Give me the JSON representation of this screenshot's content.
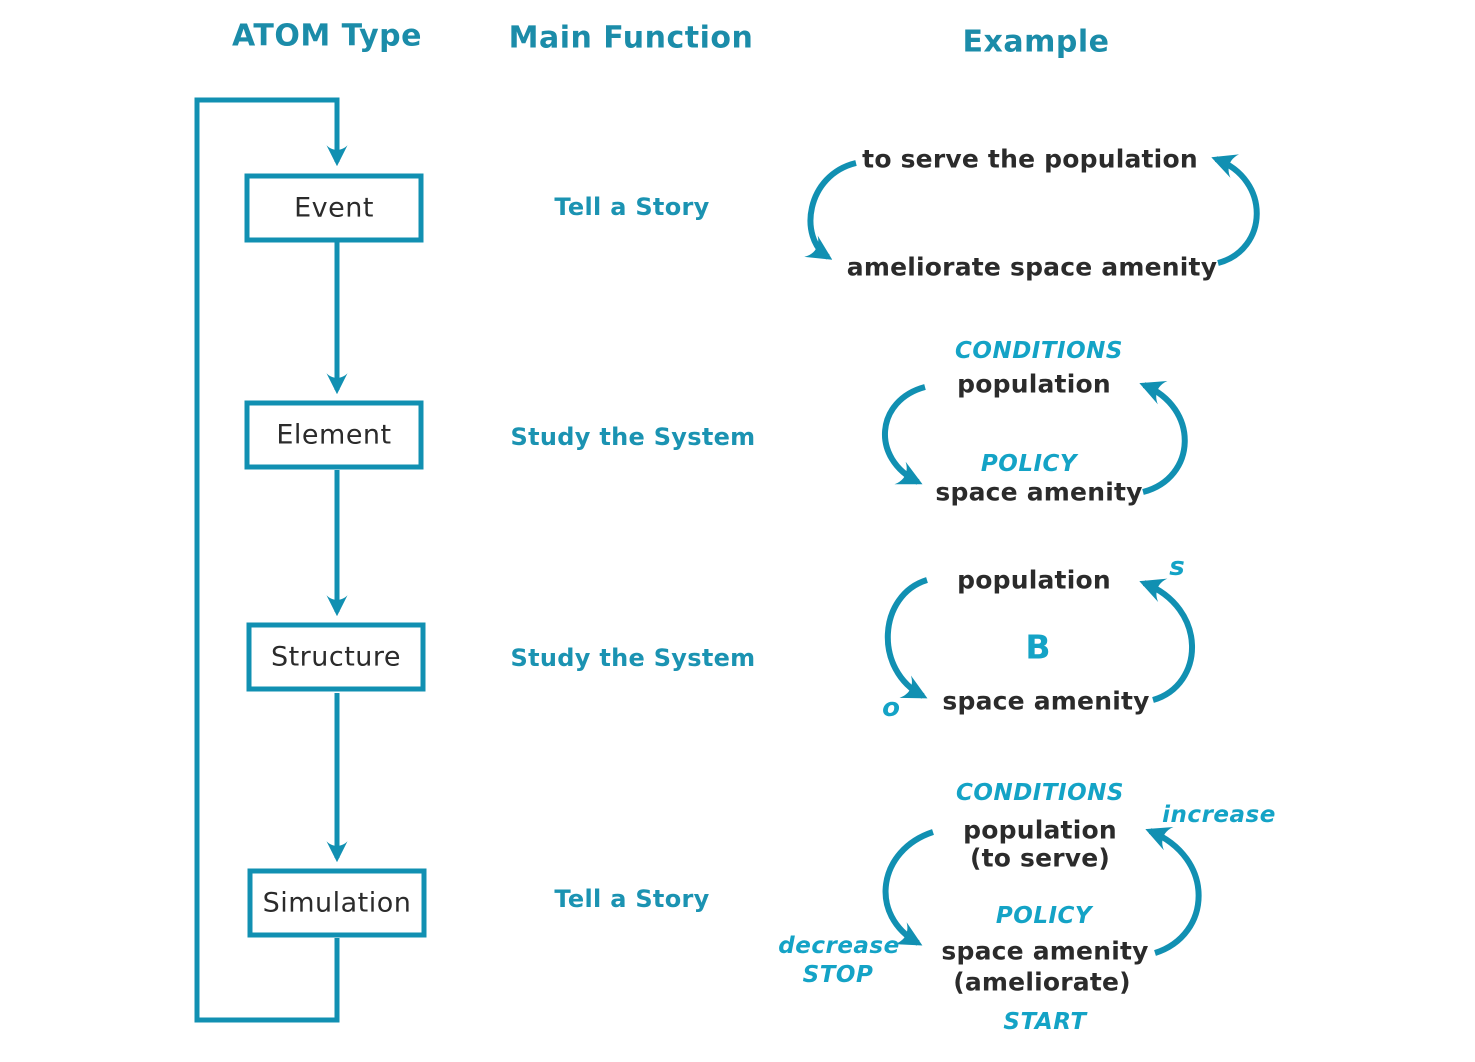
{
  "colors": {
    "line_teal": "#1190b2",
    "header_teal": "#1b8ca9",
    "accent_cyan": "#14a3c6",
    "ink": "#2b2b2b"
  },
  "headers": {
    "atom_type": "ATOM Type",
    "main_function": "Main Function",
    "example": "Example"
  },
  "flowchart": {
    "boxes": [
      "Event",
      "Element",
      "Structure",
      "Simulation"
    ]
  },
  "functions": [
    "Tell a Story",
    "Study the System",
    "Study the System",
    "Tell a Story"
  ],
  "examples": [
    {
      "top_text": "to serve the population",
      "bottom_text": "ameliorate space amenity"
    },
    {
      "top_label": "CONDITIONS",
      "top_text": "population",
      "bottom_label": "POLICY",
      "bottom_text": "space amenity"
    },
    {
      "top_text": "population",
      "center_label": "B",
      "bottom_text": "space amenity",
      "right_arrow_label": "s",
      "left_arrow_label": "o"
    },
    {
      "top_label": "CONDITIONS",
      "top_text": "population",
      "top_subtext": "(to serve)",
      "bottom_label": "POLICY",
      "bottom_text": "space amenity",
      "bottom_subtext": "(ameliorate)",
      "start_label": "START",
      "right_arrow_label": "increase",
      "left_arrow_label_1": "decrease",
      "left_arrow_label_2": "STOP"
    }
  ]
}
